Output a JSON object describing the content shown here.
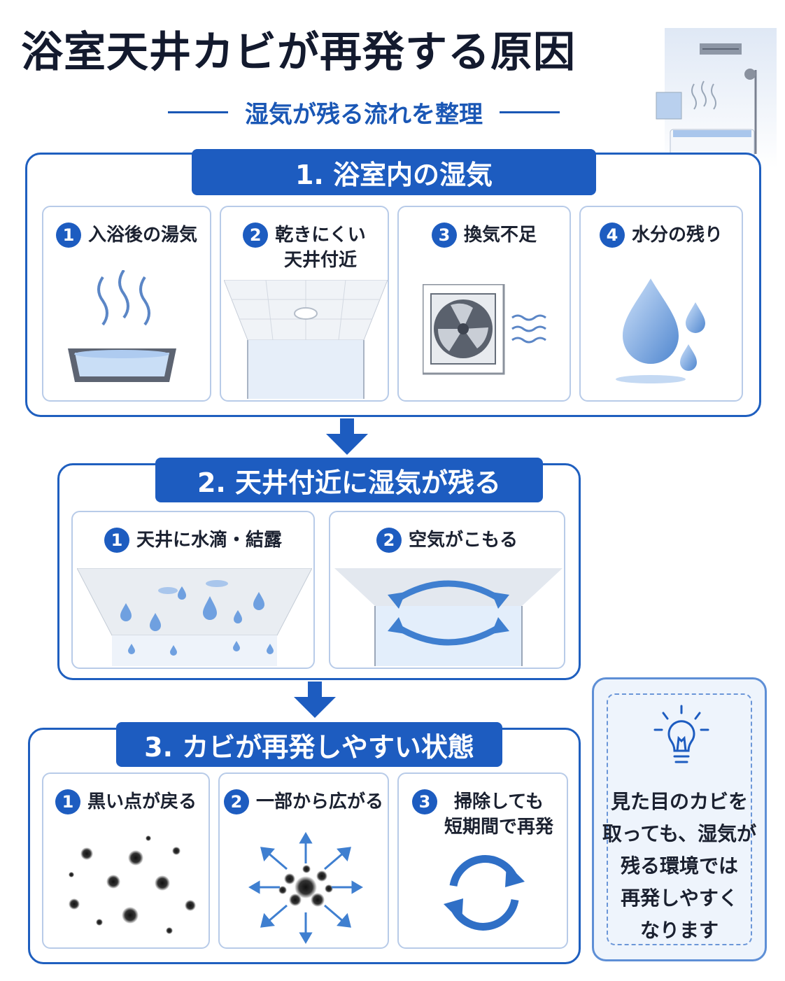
{
  "header": {
    "title": "浴室天井カビが再発する原因",
    "subtitle": "湿気が残る流れを整理"
  },
  "section1": {
    "heading": "1. 浴室内の湿気",
    "cards": [
      {
        "num": "1",
        "label": "入浴後の湯気",
        "icon": "steaming-bathtub-icon"
      },
      {
        "num": "2",
        "label": "乾きにくい\n天井付近",
        "icon": "ceiling-light-icon"
      },
      {
        "num": "3",
        "label": "換気不足",
        "icon": "ventilation-fan-icon"
      },
      {
        "num": "4",
        "label": "水分の残り",
        "icon": "water-drop-icon"
      }
    ]
  },
  "section2": {
    "heading": "2. 天井付近に湿気が残る",
    "cards": [
      {
        "num": "1",
        "label": "天井に水滴・結露",
        "icon": "ceiling-condensation-icon"
      },
      {
        "num": "2",
        "label": "空気がこもる",
        "icon": "air-circulation-icon"
      }
    ]
  },
  "section3": {
    "heading": "3. カビが再発しやすい状態",
    "cards": [
      {
        "num": "1",
        "label": "黒い点が戻る",
        "icon": "mold-spots-icon"
      },
      {
        "num": "2",
        "label": "一部から広がる",
        "icon": "spreading-mold-icon"
      },
      {
        "num": "3",
        "label": "掃除しても\n短期間で再発",
        "icon": "recurrence-cycle-icon"
      }
    ]
  },
  "tip": {
    "icon": "lightbulb-icon",
    "text": "見た目のカビを\n取っても、湿気が\n残る環境では\n再発しやすく\nなります"
  },
  "colors": {
    "primary": "#1d5cc0",
    "card_border": "#b8cbe8",
    "tip_bg": "#eef4fc"
  }
}
